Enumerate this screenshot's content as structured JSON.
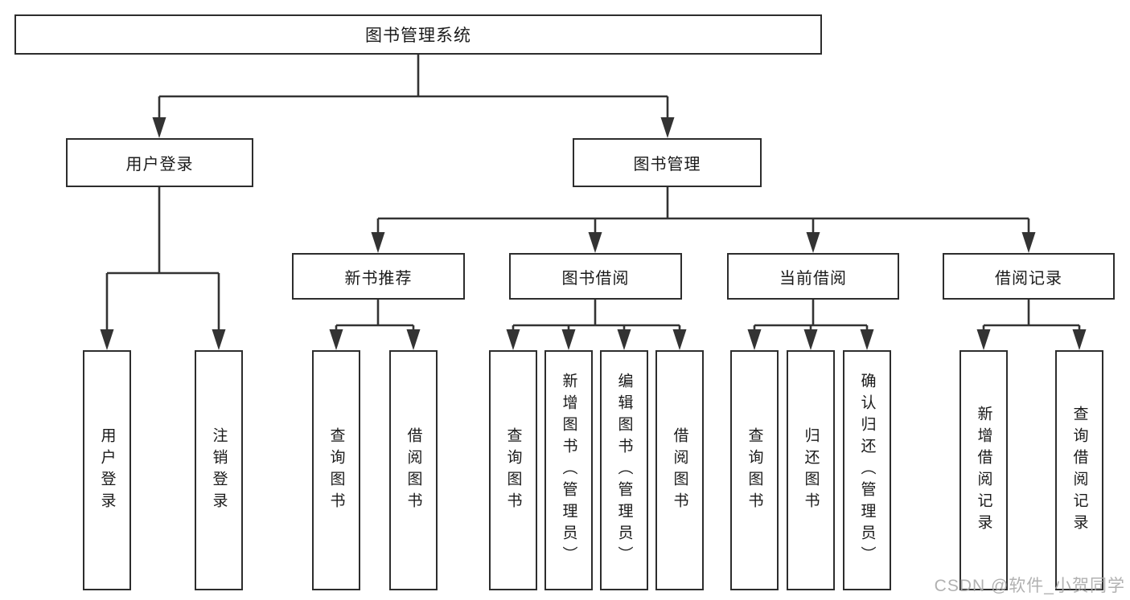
{
  "tree": {
    "root_label": "图书管理系统",
    "branches": [
      {
        "label": "用户登录",
        "children": [
          {
            "label": "用户登录"
          },
          {
            "label": "注销登录"
          }
        ]
      },
      {
        "label": "图书管理",
        "children": [
          {
            "label": "新书推荐",
            "children": [
              {
                "label": "查询图书"
              },
              {
                "label": "借阅图书"
              }
            ]
          },
          {
            "label": "图书借阅",
            "children": [
              {
                "label": "查询图书"
              },
              {
                "label": "新增图书（管理员）"
              },
              {
                "label": "编辑图书（管理员）"
              },
              {
                "label": "借阅图书"
              }
            ]
          },
          {
            "label": "当前借阅",
            "children": [
              {
                "label": "查询图书"
              },
              {
                "label": "归还图书"
              },
              {
                "label": "确认归还（管理员）"
              }
            ]
          },
          {
            "label": "借阅记录",
            "children": [
              {
                "label": "新增借阅记录"
              },
              {
                "label": "查询借阅记录"
              }
            ]
          }
        ]
      }
    ]
  },
  "watermark": {
    "text": "CSDN @软件_小贺同学"
  },
  "colors": {
    "line": "#333333",
    "box_border": "#2d2d2d",
    "text": "#1a1a1a",
    "background": "#ffffff",
    "watermark": "#a9a9a9"
  }
}
